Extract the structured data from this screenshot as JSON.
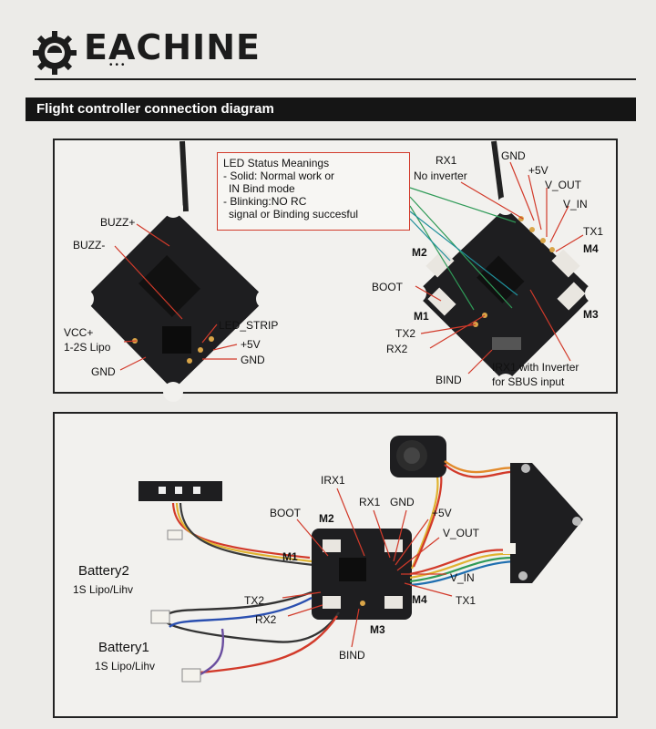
{
  "brand": {
    "name": "EACHINE"
  },
  "section_title": "Flight controller connection diagram",
  "led_status": {
    "title": "LED Status Meanings",
    "lines": [
      "- Solid: Normal work or",
      "  IN Bind mode",
      "- Blinking:NO RC",
      "  signal or Binding succesful"
    ]
  },
  "panel1": {
    "left_board": {
      "buzz_plus": "BUZZ+",
      "buzz_minus": "BUZZ-",
      "vcc": "VCC+",
      "lipo": "1-2S Lipo",
      "gnd_left": "GND",
      "led_strip": "LED_STRIP",
      "plus5v": "+5V",
      "gnd_right": "GND"
    },
    "right_board": {
      "rx1": "RX1",
      "no_inverter": "No inverter",
      "gnd": "GND",
      "plus5v": "+5V",
      "v_out": "V_OUT",
      "v_in": "V_IN",
      "tx1": "TX1",
      "m4": "M4",
      "m2": "M2",
      "boot": "BOOT",
      "m1": "M1",
      "m3": "M3",
      "tx2": "TX2",
      "rx2": "RX2",
      "bind": "BIND",
      "irx1": "IRX1 with Inverter",
      "sbus": "for SBUS input"
    }
  },
  "panel2": {
    "irx1": "IRX1",
    "rx1": "RX1",
    "gnd": "GND",
    "boot": "BOOT",
    "m2": "M2",
    "plus5v": "+5V",
    "v_out": "V_OUT",
    "m1": "M1",
    "v_in": "V_IN",
    "tx1": "TX1",
    "m4": "M4",
    "tx2": "TX2",
    "rx2": "RX2",
    "m3": "M3",
    "bind": "BIND",
    "battery2": "Battery2",
    "battery2_type": "1S Lipo/Lihv",
    "battery1": "Battery1",
    "battery1_type": "1S Lipo/Lihv"
  },
  "colors": {
    "leader_red": "#d23a2a",
    "wire_green": "#2f9a57",
    "wire_teal": "#1f8f9a",
    "pcb": "#1e1e20",
    "banner": "#151515"
  }
}
